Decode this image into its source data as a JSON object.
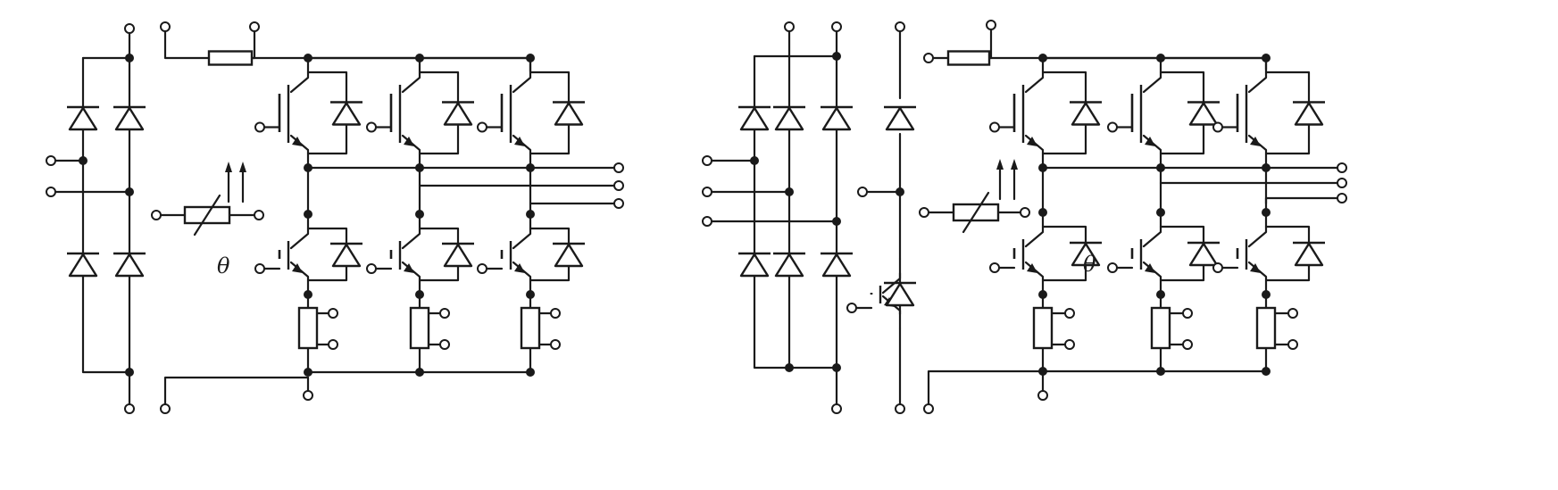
{
  "diagram": {
    "panels": [
      {
        "id": "left-module",
        "rectifier": {
          "type": "single-phase-bridge",
          "diode_legs": 2
        },
        "brake_chopper": false,
        "inverter": {
          "igbt_legs": 3,
          "shunt_resistors": 3
        },
        "thermistor_symbol": "θ"
      },
      {
        "id": "right-module",
        "rectifier": {
          "type": "three-phase-bridge",
          "diode_legs": 3
        },
        "brake_chopper": true,
        "inverter": {
          "igbt_legs": 3,
          "shunt_resistors": 3
        },
        "thermistor_symbol": "θ"
      }
    ],
    "colors": {
      "line": "#1a1a1a",
      "background": "#ffffff"
    }
  }
}
